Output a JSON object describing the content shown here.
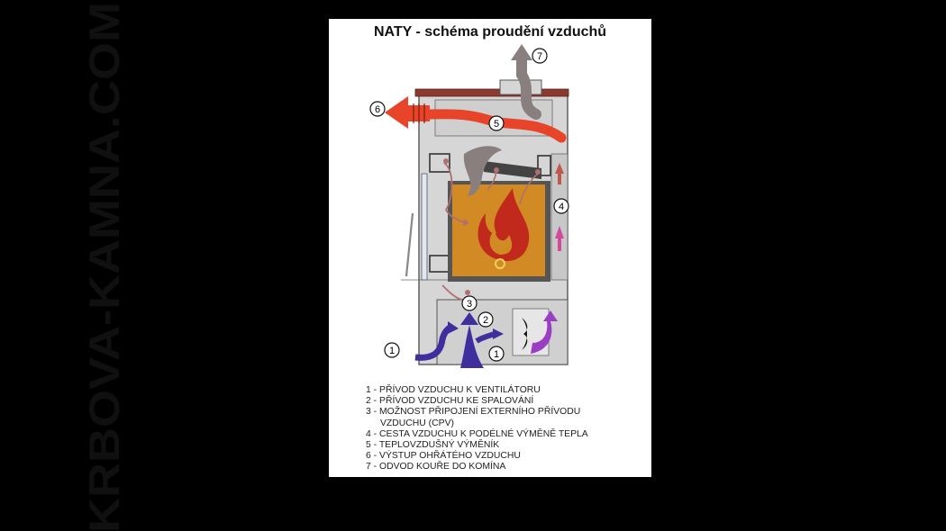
{
  "watermark": {
    "text": "KRBOVA-KAMNA.COM"
  },
  "diagram": {
    "title": "NATY - schéma proudění vzduchů",
    "callouts": [
      "1",
      "2",
      "3",
      "4",
      "5",
      "6",
      "7"
    ],
    "legend": [
      {
        "text": "1 - PŘÍVOD VZDUCHU K VENTILÁTORU"
      },
      {
        "text": "2 - PŘÍVOD VZDUCHU KE SPALOVÁNÍ"
      },
      {
        "text": "3 - MOŽNOST PŘIPOJENÍ EXTERNÍHO PŘÍVODU"
      },
      {
        "text": "VZDUCHU (CPV)",
        "continuation": true
      },
      {
        "text": "4 - CESTA VZDUCHU K PODÉLNÉ VÝMĚNĚ TEPLA"
      },
      {
        "text": "5 - TEPLOVZDUŠNÝ VÝMĚNÍK"
      },
      {
        "text": "6 - VÝSTUP OHŘÁTÉHO VZDUCHU"
      },
      {
        "text": "7 - ODVOD KOUŘE DO KOMÍNA"
      }
    ],
    "colors": {
      "stove_body": "#d4d4d4",
      "stove_outline": "#555555",
      "firebox": "#d28a24",
      "flame": "#c0291c",
      "hot_air": "#e8442a",
      "smoke": "#8a7f7f",
      "cold_air": "#3f2f9e",
      "combustion_air": "#b07070",
      "top_plate": "#8a3a30",
      "fan_air": "#9a3fc4"
    }
  }
}
